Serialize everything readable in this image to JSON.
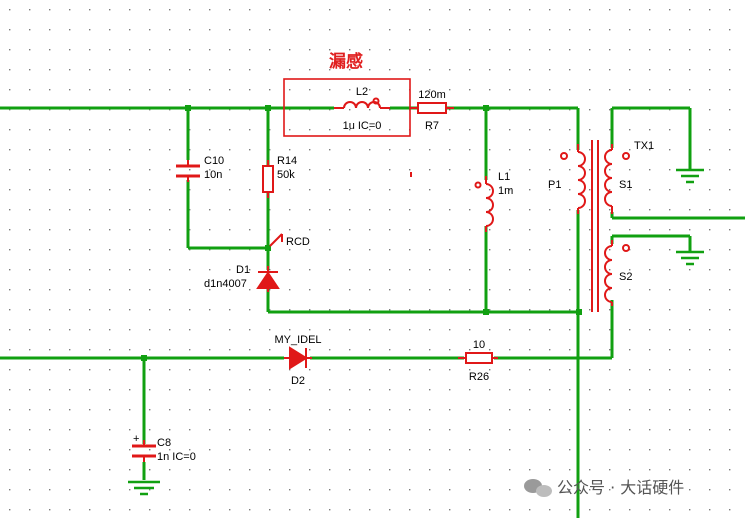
{
  "colors": {
    "wire": "#11a011",
    "component": "#e01818",
    "text": "#000000",
    "grid": "#7a7a7a"
  },
  "annotation": {
    "title": "漏感"
  },
  "labels": {
    "L2": {
      "ref": "L2",
      "value": "1u IC=0"
    },
    "R7": {
      "ref": "R7",
      "value": "120m"
    },
    "C10": {
      "ref": "C10",
      "value": "10n"
    },
    "R14": {
      "ref": "R14",
      "value": "50k"
    },
    "RCD": {
      "ref": "RCD"
    },
    "D1": {
      "ref": "D1",
      "value": "d1n4007"
    },
    "L1": {
      "ref": "L1",
      "value": "1m"
    },
    "TX1": {
      "ref": "TX1",
      "p1": "P1",
      "s1": "S1",
      "s2": "S2"
    },
    "D2": {
      "ref": "D2",
      "value": "MY_IDEL"
    },
    "R26": {
      "ref": "R26",
      "value": "10"
    },
    "C8": {
      "ref": "C8",
      "value": "1n IC=0",
      "plus": "+"
    }
  },
  "watermark": {
    "icon": "wechat-icon",
    "text": "公众号 · 大话硬件"
  }
}
